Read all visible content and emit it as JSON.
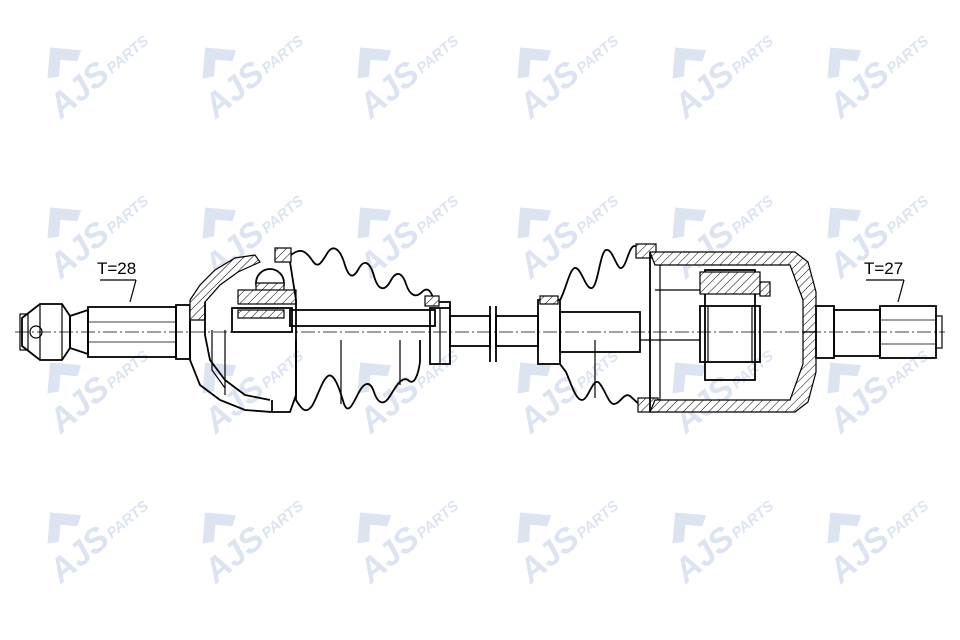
{
  "watermark": {
    "brand": "AJS",
    "suffix": "PARTS",
    "color": "#dde4f1"
  },
  "dimensions": {
    "left_teeth": "T=28",
    "right_teeth": "T=27"
  },
  "colors": {
    "line": "#000000",
    "background": "#ffffff"
  }
}
